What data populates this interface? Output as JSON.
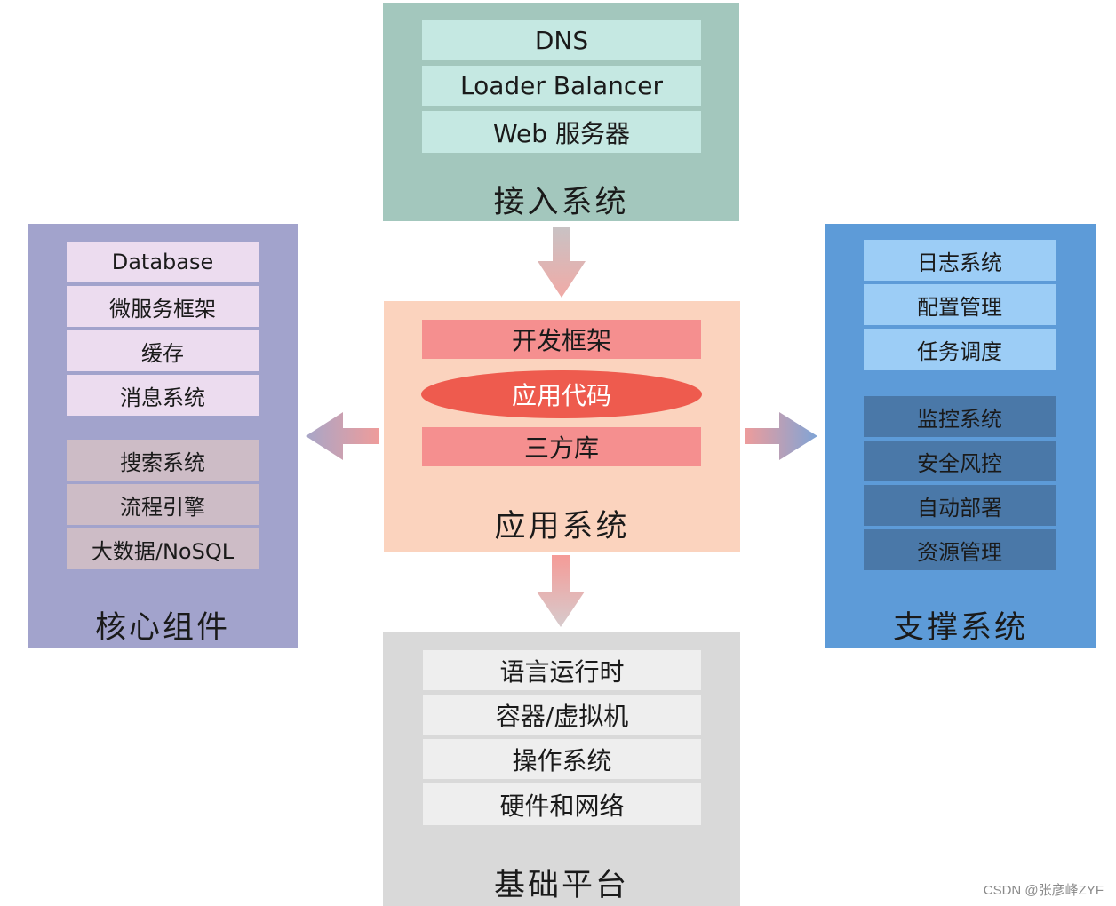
{
  "access": {
    "title": "接入系统",
    "items": [
      "DNS",
      "Loader Balancer",
      "Web 服务器"
    ]
  },
  "application": {
    "title": "应用系统",
    "items": [
      "开发框架",
      "应用代码",
      "三方库"
    ]
  },
  "core": {
    "title": "核心组件",
    "group1": [
      "Database",
      "微服务框架",
      "缓存",
      "消息系统"
    ],
    "group2": [
      "搜索系统",
      "流程引擎",
      "大数据/NoSQL"
    ]
  },
  "support": {
    "title": "支撑系统",
    "group1": [
      "日志系统",
      "配置管理",
      "任务调度"
    ],
    "group2": [
      "监控系统",
      "安全风控",
      "自动部署",
      "资源管理"
    ]
  },
  "platform": {
    "title": "基础平台",
    "items": [
      "语言运行时",
      "容器/虚拟机",
      "操作系统",
      "硬件和网络"
    ]
  },
  "watermark": "CSDN @张彦峰ZYF",
  "colors": {
    "access_panel": "#a3c7bd",
    "access_item": "#c5e8e2",
    "app_panel": "#fbd3be",
    "app_item": "#f58f8f",
    "app_ellipse": "#ee5b4e",
    "core_panel": "#a2a3cc",
    "core_item_light": "#ecdcef",
    "core_item_dark": "#cdbcc6",
    "support_panel": "#5d9bd8",
    "support_item_light": "#9ccdf6",
    "support_item_dark": "#4a78a8",
    "platform_panel": "#d9d9d9",
    "platform_item": "#eeeeee"
  }
}
